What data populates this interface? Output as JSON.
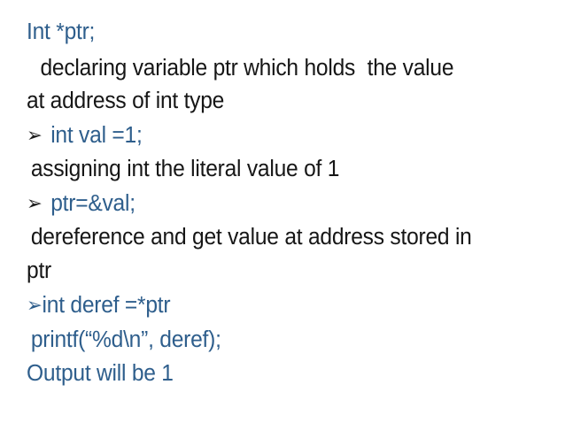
{
  "slide": {
    "background_color": "#ffffff",
    "code_color": "#2E5E8C",
    "text_color": "#161616",
    "bullet_glyph": "➢",
    "lines": [
      {
        "id": "line-1",
        "kind": "code",
        "bullet": true,
        "bullet_color": "#2E5E8C",
        "text": "Int *ptr;"
      },
      {
        "id": "line-2",
        "kind": "explanation",
        "bullet": false,
        "text_part_1": "declaring variable ptr which holds",
        "text_part_2": "the value",
        "text_part_3": "at address of int type"
      },
      {
        "id": "line-3",
        "kind": "code",
        "bullet": true,
        "bullet_color": "#1C1C1C",
        "text": "int val =1;"
      },
      {
        "id": "line-4",
        "kind": "explanation",
        "bullet": false,
        "text": "assigning int the literal value of 1"
      },
      {
        "id": "line-5",
        "kind": "code",
        "bullet": true,
        "bullet_color": "#1C1C1C",
        "text": "ptr=&val;"
      },
      {
        "id": "line-6",
        "kind": "explanation",
        "bullet": false,
        "text_part_1": "dereference and get value at address stored in",
        "text_part_2": "ptr"
      },
      {
        "id": "line-7",
        "kind": "code",
        "bullet": true,
        "bullet_color": "#2E5E8C",
        "text": "int deref =*ptr"
      },
      {
        "id": "line-8",
        "kind": "code",
        "bullet": false,
        "text": "printf(“%d\\n”, deref);"
      },
      {
        "id": "line-9",
        "kind": "code",
        "bullet": false,
        "text": "Output will be 1"
      }
    ]
  }
}
